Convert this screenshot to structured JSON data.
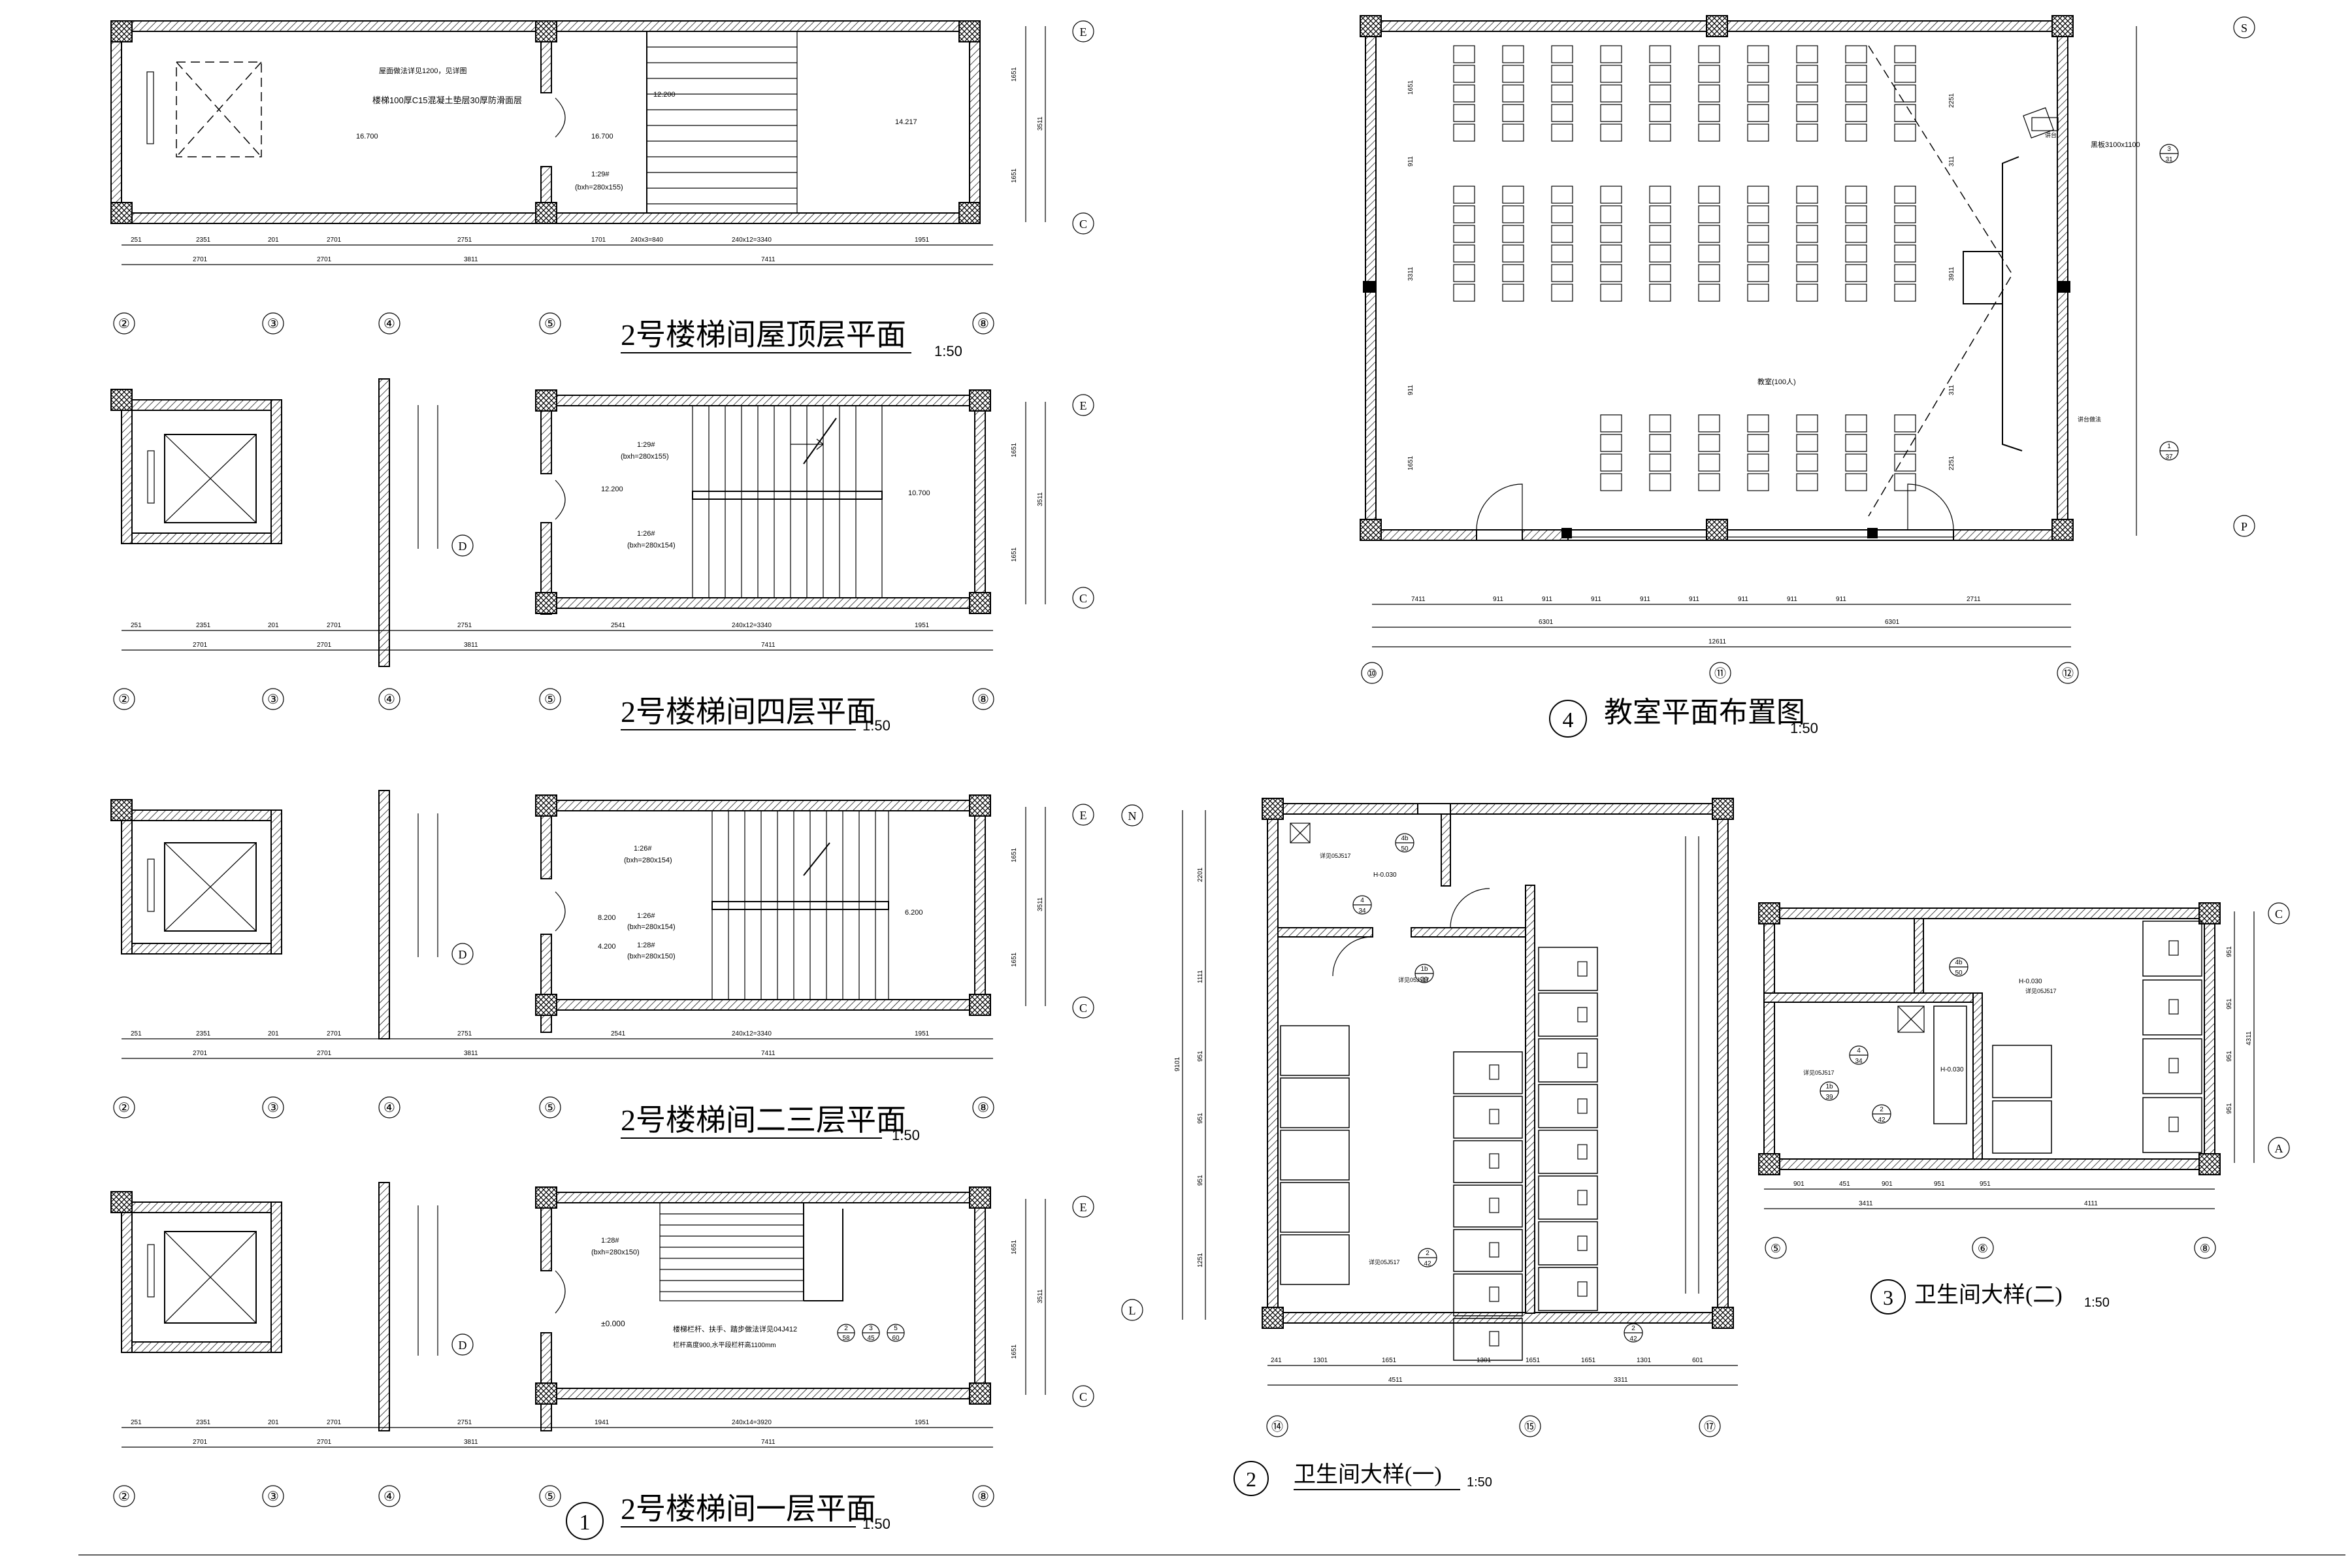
{
  "titles": {
    "roof": "2号楼梯间屋顶层平面",
    "fourth": "2号楼梯间四层平面",
    "second_third": "2号楼梯间二三层平面",
    "first": "2号楼梯间一层平面",
    "classroom": "教室平面布置图",
    "toilet1": "卫生间大样(一)",
    "toilet2": "卫生间大样(二)"
  },
  "scale": "1:50",
  "markers": {
    "first": "1",
    "toilet1": "2",
    "toilet2": "3",
    "classroom": "4"
  },
  "notes": {
    "roof_note_1": "屋面做法详见1200，见详图",
    "roof_note_2": "楼梯100厚C15混凝土垫层30厚防滑面层",
    "first_floor_note_1": "楼梯栏杆、扶手、踏步做法详见04J412",
    "first_floor_note_2": "栏杆高度900,水平段栏杆高1100mm"
  },
  "stair_labels": {
    "s29": "1:29#",
    "s26": "1:26#",
    "s28": "1:28#",
    "bxh_155": "(bxh=280x155)",
    "bxh_154": "(bxh=280x154)",
    "bxh_150": "(bxh=280x150)"
  },
  "elevations": {
    "e12200": "12.200",
    "e14217": "14.217",
    "e16700": "16.700",
    "e10700": "10.700",
    "e8200": "8.200",
    "e6200": "6.200",
    "e4200": "4.200",
    "e0000": "±0.000",
    "h_030": "H-0.030"
  },
  "classroom_notes": {
    "board": "黑板3100x1100",
    "desk": "讲台",
    "cap": "教室(100人)",
    "podium": "讲台做法"
  },
  "stair_dims": {
    "row1": [
      "251",
      "2351",
      "201",
      "2701",
      "2751",
      "1701",
      "240x3=840",
      "240x12=3340",
      "1951"
    ],
    "row2": [
      "2701",
      "2701",
      "3811",
      "7411"
    ],
    "row1_b": [
      "251",
      "2351",
      "201",
      "2701",
      "2751",
      "2541",
      "240x12=3340",
      "1951"
    ],
    "row1_first": [
      "251",
      "2351",
      "201",
      "2701",
      "2751",
      "1941",
      "240x14=3920",
      "1951"
    ],
    "right": [
      "1651",
      "3511",
      "1651"
    ]
  },
  "classroom_dims": {
    "bottom1": [
      "7411",
      "911",
      "911",
      "911",
      "911",
      "911",
      "911",
      "911",
      "911",
      "2711"
    ],
    "bottom2": [
      "6301",
      "6301"
    ],
    "bottom3": [
      "12611"
    ],
    "left": [
      "1651",
      "911",
      "3311",
      "911",
      "1651"
    ],
    "right": [
      "2251",
      "311",
      "3911",
      "311",
      "2251"
    ]
  },
  "toilet_dims": {
    "t1_bottom": [
      "241",
      "1301",
      "1651",
      "1301",
      "1651",
      "1651",
      "1301",
      "601"
    ],
    "t1_bottom2": [
      "4511",
      "3311"
    ],
    "t1_left": [
      "2201",
      "1111",
      "951",
      "951",
      "951",
      "1251"
    ],
    "t1_total": "9101",
    "t2_bottom": [
      "901",
      "451",
      "901",
      "951",
      "951"
    ],
    "t2_bottom2": [
      "3411",
      "4111"
    ],
    "t2_right": [
      "951",
      "951",
      "951",
      "951"
    ],
    "t2_total": "4311"
  },
  "axes": {
    "stair_x": [
      "②",
      "③",
      "④",
      "⑤",
      "⑧"
    ],
    "stair_y": [
      "E",
      "C",
      "D"
    ],
    "classroom_x": [
      "⑩",
      "⑪",
      "⑫"
    ],
    "classroom_y": [
      "S",
      "P"
    ],
    "toilet1_x": [
      "⑭",
      "⑮",
      "⑰"
    ],
    "toilet1_y": [
      "N",
      "L"
    ],
    "toilet2_x": [
      "⑤",
      "⑥",
      "⑧"
    ],
    "toilet2_y": [
      "C",
      "A"
    ]
  },
  "detail_refs": {
    "r4_50": [
      "4b",
      "50"
    ],
    "r4_34": [
      "4",
      "34"
    ],
    "r1_39": [
      "1b",
      "39"
    ],
    "r2_42": [
      "2",
      "42"
    ],
    "r3_31": [
      "3",
      "31"
    ],
    "r1_37": [
      "1",
      "37"
    ],
    "r2_58": [
      "2",
      "58"
    ],
    "r3_45": [
      "3",
      "45"
    ],
    "r5_60": [
      "5",
      "60"
    ],
    "j517": "详见05J517"
  }
}
